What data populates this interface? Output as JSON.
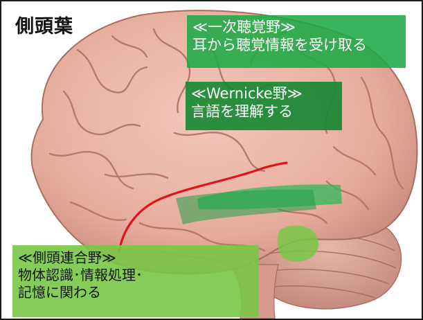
{
  "slide": {
    "title": "側頭葉",
    "labels": {
      "auditory": {
        "heading": "≪一次聴覚野≫",
        "description": "耳から聴覚情報を受け取る"
      },
      "wernicke": {
        "heading": "≪Wernicke野≫",
        "description": "言語を理解する"
      },
      "association": {
        "heading": "≪側頭連合野≫",
        "line2": "物体認識･情報処理･",
        "line3": "記憶に関わる"
      }
    }
  },
  "colors": {
    "brain": "#e9b3a4",
    "brain_shadow": "#c98a7c",
    "cerebellum": "#d9a497",
    "boundary_line": "#e0141c",
    "auditory_box": "#1eaa46",
    "wernicke_box": "#148732",
    "association_box": "#78c846",
    "region_highlight": "#2fb85a"
  }
}
